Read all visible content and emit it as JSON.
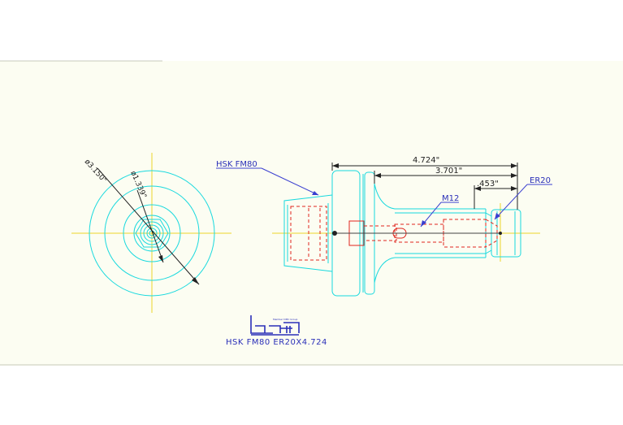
{
  "drawing": {
    "labels": {
      "holder_type": "HSK FM80",
      "thread": "M12",
      "collet": "ER20",
      "part_title": "HSK FM80 ER20X4.724"
    },
    "dimensions": {
      "overall_length": "4.724\"",
      "body_length": "3.701\"",
      "nose_length": ".453\"",
      "outer_diameter": "ø3.150\"",
      "inner_diameter": "ø1.339\""
    },
    "logo": {
      "text": "Bemer",
      "tagline": "Member DMC Group"
    },
    "colors": {
      "background": "#fcfdf2",
      "outline": "#19d9de",
      "hidden": "#e0251d",
      "centerline": "#ecd52a",
      "annotation": "#2a2fb8",
      "dimension": "#222222"
    }
  }
}
